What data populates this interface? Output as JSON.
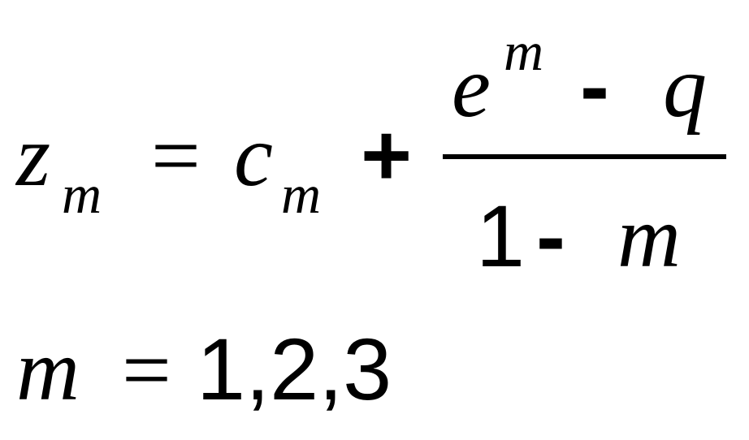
{
  "formula": {
    "lhs_var": "z",
    "lhs_sub": "m",
    "equals": "=",
    "rhs_var": "c",
    "rhs_sub": "m",
    "plus": "+",
    "numerator": {
      "base": "e",
      "exponent": "m",
      "minus": "-",
      "term": "q"
    },
    "denominator": {
      "one": "1",
      "minus": "-",
      "term": "m"
    }
  },
  "condition": {
    "var": "m",
    "equals": "=",
    "values": "1,2,3"
  }
}
